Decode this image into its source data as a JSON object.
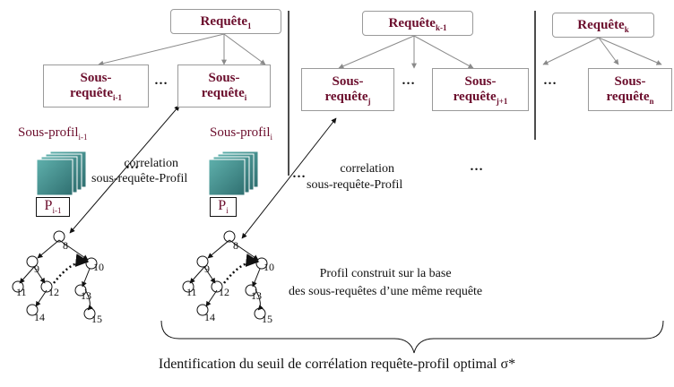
{
  "queries": {
    "q1": {
      "label": "Requête",
      "sub": "1"
    },
    "qk1": {
      "label": "Requête",
      "sub": "k-1"
    },
    "qk": {
      "label": "Requête",
      "sub": "k"
    }
  },
  "subqueries": {
    "sq_im1": {
      "line1": "Sous-",
      "line2": "requête",
      "sub": "i-1"
    },
    "sq_i": {
      "line1": "Sous-",
      "line2": "requête",
      "sub": "i"
    },
    "sq_j": {
      "line1": "Sous-",
      "line2": "requête",
      "sub": "j"
    },
    "sq_j1": {
      "line1": "Sous-",
      "line2": "requête",
      "sub": "j+1"
    },
    "sq_n": {
      "line1": "Sous-",
      "line2": "requête",
      "sub": "n"
    }
  },
  "ellipsis": "…",
  "profiles": {
    "sp_im1": {
      "label": "Sous-profil",
      "sub": "i-1"
    },
    "sp_i": {
      "label": "Sous-profil",
      "sub": "i"
    },
    "p_im1": {
      "label": "P",
      "sub": "i-1"
    },
    "p_i": {
      "label": "P",
      "sub": "i"
    }
  },
  "correlation_left": {
    "line1": "correlation",
    "line2": "sous-requête-Profil"
  },
  "correlation_right": {
    "line1": "correlation",
    "line2": "sous-requête-Profil"
  },
  "profile_note": {
    "line1": "Profil construit sur la base",
    "line2": "des sous-requêtes d’une même requête"
  },
  "tree_nodes": [
    "8",
    "9",
    "10",
    "11",
    "12",
    "13",
    "14",
    "15"
  ],
  "caption": "Identification du seuil de corrélation requête-profil optimal σ*",
  "colors": {
    "maroon": "#6b0d2c",
    "teal": "#3f8a88",
    "gray": "#9a9a9a"
  }
}
